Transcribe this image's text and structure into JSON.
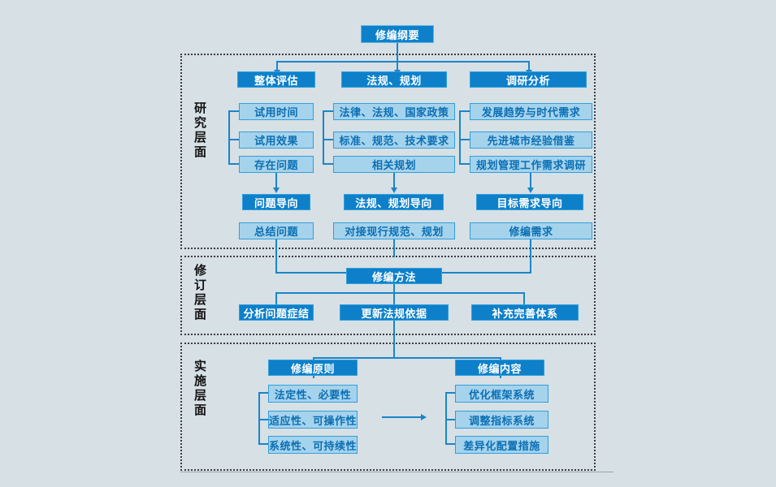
{
  "diagram": {
    "title_node": {
      "label": "修编纲要"
    },
    "sections": [
      {
        "id": "research",
        "label": "研究层面",
        "columns": [
          {
            "id": "overall-assessment",
            "header": "整体评估",
            "items": [
              "试用时间",
              "试用效果",
              "存在问题"
            ],
            "orientation": "问题导向",
            "outcome": "总结问题"
          },
          {
            "id": "regulation-planning",
            "header": "法规、规划",
            "items": [
              "法律、法规、国家政策",
              "标准、规范、技术要求",
              "相关规划"
            ],
            "orientation": "法规、规划导向",
            "outcome": "对接现行规范、规划"
          },
          {
            "id": "research-analysis",
            "header": "调研分析",
            "items": [
              "发展趋势与时代需求",
              "先进城市经验借鉴",
              "规划管理工作需求调研"
            ],
            "orientation": "目标需求导向",
            "outcome": "修编需求"
          }
        ]
      },
      {
        "id": "revision",
        "label": "修订层面",
        "method_node": "修编方法",
        "methods": [
          "分析问题症结",
          "更新法规依据",
          "补充完善体系"
        ]
      },
      {
        "id": "implementation",
        "label": "实施层面",
        "groups": [
          {
            "id": "principles",
            "header": "修编原则",
            "items": [
              "法定性、必要性",
              "适应性、可操作性",
              "系统性、可持续性"
            ]
          },
          {
            "id": "contents",
            "header": "修编内容",
            "items": [
              "优化框架系统",
              "调整指标系统",
              "差异化配置措施"
            ]
          }
        ]
      }
    ],
    "colors": {
      "page_background": "#d7e0e5",
      "dark_box_fill": "#0e80ca",
      "light_box_fill": "#a6d3ec",
      "box_border": "#2f9fdc",
      "connector": "#1b85c8",
      "dark_box_text": "#ffffff",
      "light_box_text": "#0b6fb4",
      "panel_border": "#3b3b3b"
    }
  }
}
